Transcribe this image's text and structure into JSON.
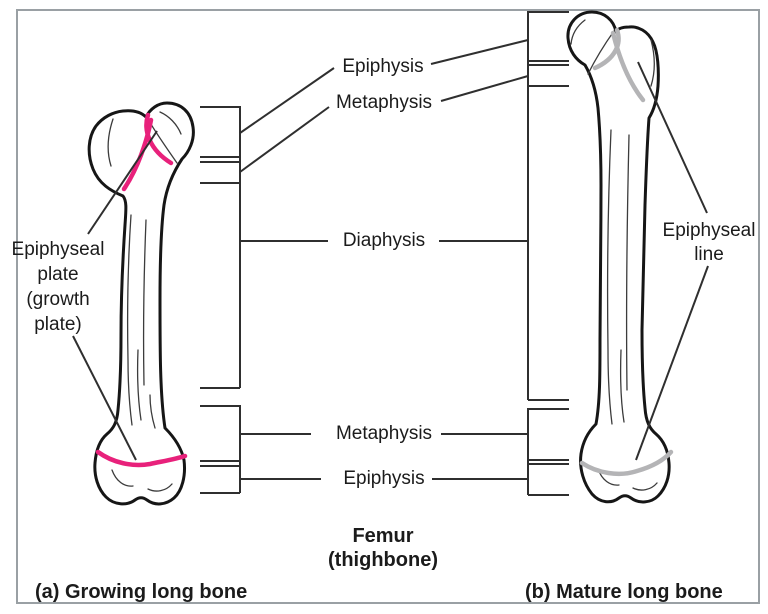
{
  "figure": {
    "title_lines": [
      "Femur",
      "(thighbone)"
    ],
    "caption_a": "(a) Growing long bone",
    "caption_b": "(b) Mature long bone"
  },
  "region_labels": {
    "epiphysis_top": "Epiphysis",
    "metaphysis_top": "Metaphysis",
    "diaphysis": "Diaphysis",
    "metaphysis_bottom": "Metaphysis",
    "epiphysis_bottom": "Epiphysis"
  },
  "annotations": {
    "epiphyseal_plate_lines": [
      "Epiphyseal",
      "plate",
      "(growth",
      "plate)"
    ],
    "epiphyseal_line_lines": [
      "Epiphyseal",
      "line"
    ]
  },
  "colors": {
    "growth_plate_pink": "#e8217b",
    "epiphyseal_line_gray": "#b4b4b6",
    "bone_outline": "#161616",
    "sketch_line": "#3c3c3c",
    "annotation_line": "#2f2f2f",
    "frame_border": "#9aa0a4",
    "text": "#1b1b1b",
    "background": "#ffffff"
  }
}
